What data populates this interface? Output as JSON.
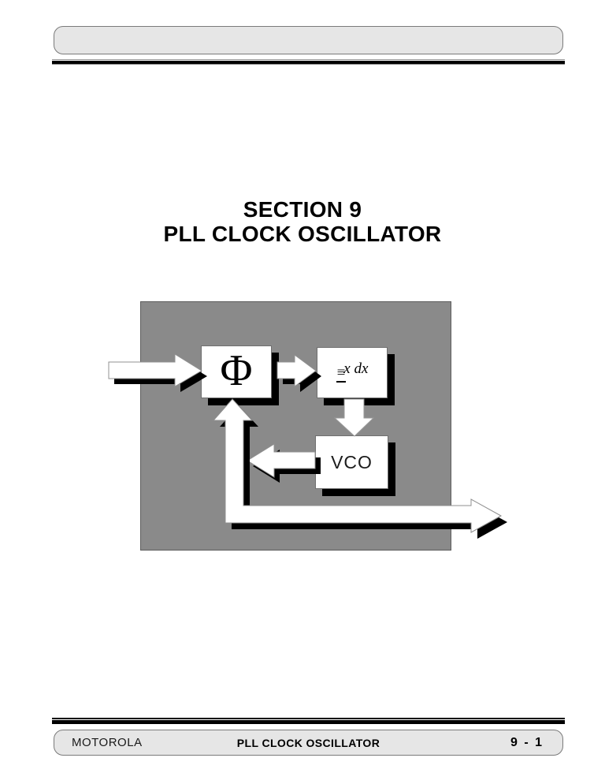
{
  "title": {
    "line1": "SECTION 9",
    "line2": "PLL CLOCK OSCILLATOR"
  },
  "diagram": {
    "phi_label": "Φ",
    "integrator_bars": "≡",
    "integrator_math": "x dx",
    "vco_label": "VCO",
    "panel_color": "#8a8a8a",
    "block_fill": "#ffffff",
    "shadow_color": "#000000",
    "arrow_fill": "#ffffff"
  },
  "footer": {
    "left": "MOTOROLA",
    "center": "PLL CLOCK OSCILLATOR",
    "right": "9 - 1"
  }
}
